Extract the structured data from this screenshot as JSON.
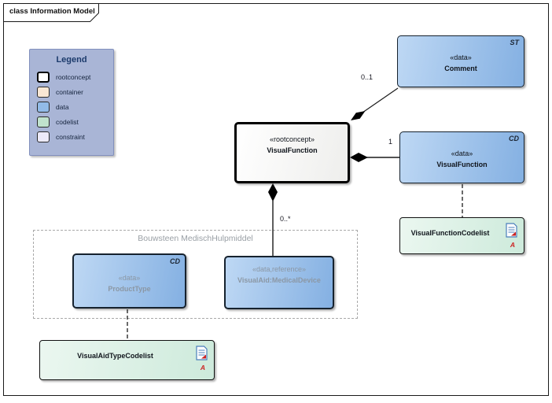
{
  "frame": {
    "tab_label": "class Information Model"
  },
  "legend": {
    "title": "Legend",
    "items": [
      {
        "label": "rootconcept",
        "color": "#ffffff"
      },
      {
        "label": "container",
        "color": "#f9e7d4"
      },
      {
        "label": "data",
        "color": "#92bbe8"
      },
      {
        "label": "codelist",
        "color": "#c0e2cd"
      },
      {
        "label": "constraint",
        "color": "#eceafa"
      }
    ]
  },
  "nodes": {
    "root": {
      "stereotype": "«rootconcept»",
      "name": "VisualFunction"
    },
    "comment": {
      "tag": "ST",
      "stereotype": "«data»",
      "name": "Comment"
    },
    "visual_function": {
      "tag": "CD",
      "stereotype": "«data»",
      "name": "VisualFunction"
    },
    "visual_function_codelist": {
      "name": "VisualFunctionCodelist",
      "marker": "A"
    },
    "group": {
      "title": "Bouwsteen MedischHulpmiddel"
    },
    "product_type": {
      "tag": "CD",
      "stereotype": "«data»",
      "name": "ProductType"
    },
    "visual_aid": {
      "stereotype": "«data,reference»",
      "name": "VisualAid:MedicalDevice"
    },
    "visual_aid_type_codelist": {
      "name": "VisualAidTypeCodelist",
      "marker": "A"
    }
  },
  "connectors": {
    "comment_multiplicity": "0..1",
    "visual_function_multiplicity": "1",
    "visual_aid_multiplicity": "0..*"
  },
  "colors": {
    "data_fill": "#92bbe8",
    "codelist_fill": "#c0e2cd",
    "container_fill": "#f9e7d4",
    "constraint_fill": "#eceafa",
    "rootconcept_fill": "#ffffff",
    "legend_bg": "#a9b5d6",
    "marker_red": "#cc2222",
    "line_black": "#1a1a1a"
  }
}
